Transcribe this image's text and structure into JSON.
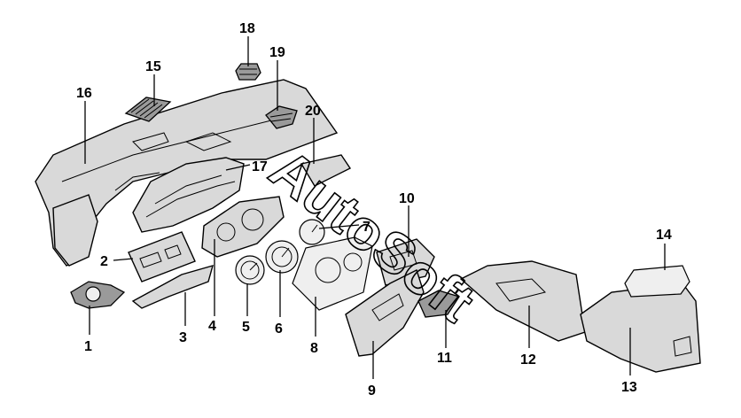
{
  "diagram": {
    "watermark": "AutoSoft",
    "callouts": [
      "1",
      "2",
      "3",
      "4",
      "5",
      "6",
      "7",
      "8",
      "9",
      "10",
      "11",
      "12",
      "13",
      "14",
      "15",
      "16",
      "17",
      "18",
      "19",
      "20"
    ]
  },
  "colors": {
    "line": "#000000",
    "fill": "#d9d9d9",
    "background": "#ffffff"
  }
}
